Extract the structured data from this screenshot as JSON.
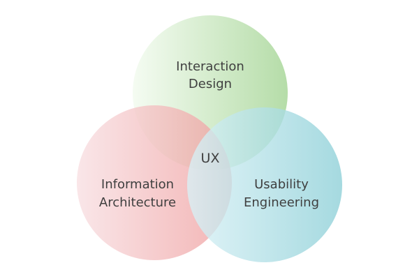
{
  "diagram": {
    "circles": [
      {
        "id": "interaction-design",
        "label_lines": [
          "Interaction",
          "Design"
        ],
        "color_start": "#f3fbf0",
        "color_end": "#a9d79a"
      },
      {
        "id": "information-architecture",
        "label_lines": [
          "Information",
          "Architecture"
        ],
        "color_start": "#f8dfe2",
        "color_end": "#ef9f9f"
      },
      {
        "id": "usability-engineering",
        "label_lines": [
          "Usability",
          "Engineering"
        ],
        "color_start": "#d9f1f6",
        "color_end": "#8ccfd7"
      }
    ],
    "center_label": "UX"
  }
}
